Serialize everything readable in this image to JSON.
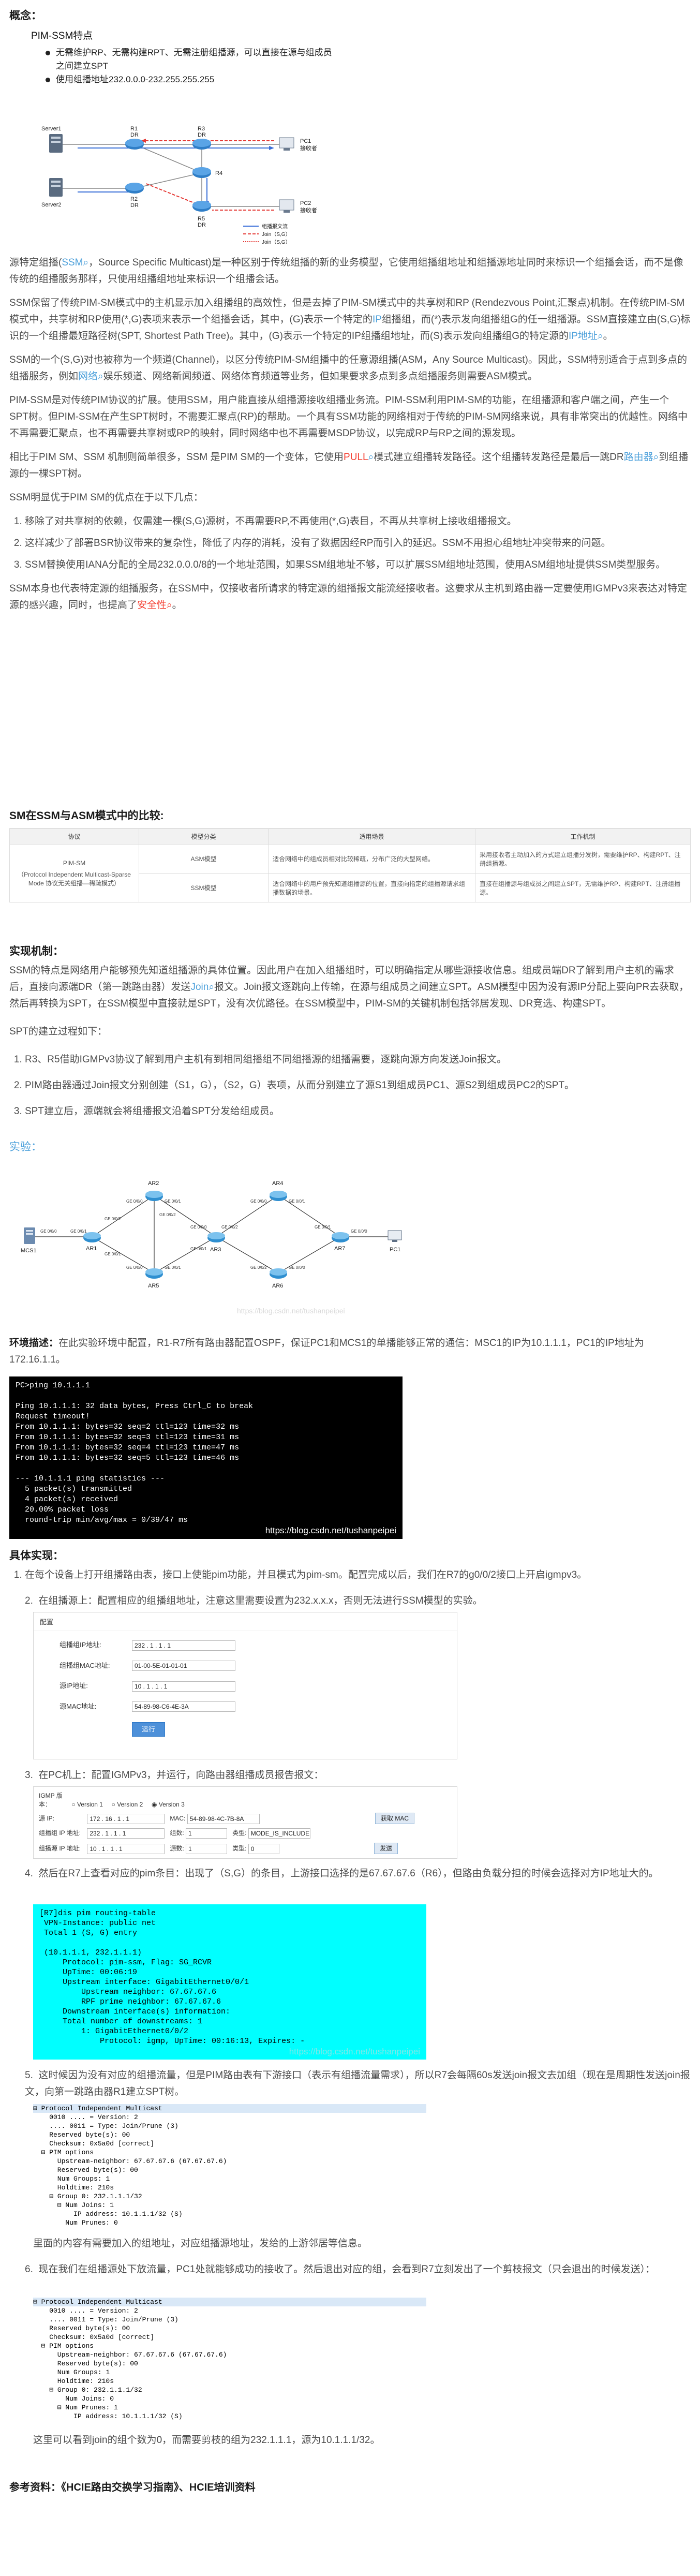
{
  "sections": {
    "concept": "概念：",
    "ssm_compare": "SM在SSM与ASM模式中的比较:",
    "impl": "实现机制：",
    "experiment": "实验：",
    "reference": "参考资料：《HCIE路由交换学习指南》、HCIE培训资料"
  },
  "diagram1": {
    "title": "PIM-SSM特点",
    "bullets": [
      "无需维护RP、无需构建RPT、无需注册组播源，可以直接在源与组成员之间建立SPT",
      "使用组播地址232.0.0.0-232.255.255.255"
    ],
    "labels": {
      "server1": "Server1",
      "server2": "Server2",
      "r1": "R1",
      "dr1": "DR",
      "r2": "R2",
      "dr2": "DR",
      "r3": "R3",
      "dr3": "DR",
      "r4": "R4",
      "r5": "R5",
      "dr5": "DR",
      "pc1": "PC1",
      "pc1_sub": "接收者",
      "pc2": "PC2",
      "pc2_sub": "接收者",
      "legend1": "组播报文流",
      "legend2": "Join（S,G）",
      "legend3": "Join（S,G）"
    }
  },
  "concept": {
    "p1_pre": "源特定组播(",
    "p1_link": "SSM",
    "p1_post": "，Source Specific Multicast)是一种区别于传统组播的新的业务模型，它使用组播组地址和组播源地址同时来标识一个组播会话，而不是像传统的组播服务那样，只使用组播组地址来标识一个组播会话。",
    "p2_pre": "SSM保留了传统PIM-SM模式中的主机显示加入组播组的高效性，但是去掉了PIM-SM模式中的共享树和RP (Rendezvous Point,汇聚点)机制。在传统PIM-SM模式中，共享树和RP使用(*,G)表项来表示一个组播会话，其中，(G)表示一个特定的",
    "p2_link": "IP",
    "p2_mid": "组播组，而(*)表示发向组播组G的任一组播源。SSM直接建立由(S,G)标识的一个组播最短路径树(SPT, Shortest Path Tree)。其中，(G)表示一个特定的IP组播组地址，而(S)表示发向组播组G的特定源的",
    "p2_link2": "IP地址",
    "p2_post": "。",
    "p3_pre": "SSM的一个(S,G)对也被称为一个频道(Channel)，以区分传统PIM-SM组播中的任意源组播(ASM，Any Source Multicast)。因此，SSM特别适合于点到多点的组播服务，例如",
    "p3_link": "网络",
    "p3_post": "娱乐频道、网络新闻频道、网络体育频道等业务，但如果要求多点到多点组播服务则需要ASM模式。",
    "p4": "PIM-SSM是对传统PIM协议的扩展。使用SSM，用户能直接从组播源接收组播业务流。PIM-SSM利用PIM-SM的功能，在组播源和客户端之间，产生一个 SPT树。但PIM-SSM在产生SPT树时，不需要汇聚点(RP)的帮助。一个具有SSM功能的网络相对于传统的PIM-SM网络来说，具有非常突出的优越性。网络中不再需要汇聚点，也不再需要共享树或RP的映射，同时网络中也不再需要MSDP协议，以完成RP与RP之间的源发现。",
    "p5_pre": "相比于PIM SM、SSM 机制则简单很多，SSM 是PIM SM的一个变体，它使用",
    "p5_red": "PULL",
    "p5_mid": "模式建立组播转发路径。这个组播转发路径是最后一跳DR",
    "p5_link": "路由器",
    "p5_post": "到组播源的一棵SPT树。",
    "p6": "SSM明显优于PIM SM的优点在于以下几点：",
    "advantages": [
      "移除了对共享树的依赖，仅需建一棵(S,G)源树，不再需要RP,不再使用(*,G)表目，不再从共享树上接收组播报文。",
      "这样减少了部署BSR协议带来的复杂性，降低了内存的消耗，没有了数据因经RP而引入的延迟。SSM不用担心组地址冲突带来的问题。",
      "SSM替换使用IANA分配的全局232.0.0.0/8的一个地址范围，如果SSM组地址不够，可以扩展SSM组地址范围，使用ASM组地址提供SSM类型服务。"
    ],
    "p7_pre": "SSM本身也代表特定源的组播服务，在SSM中，仅接收者所请求的特定源的组播报文能流经接收者。这要求从主机到路由器一定要使用IGMPv3来表达对特定源的感兴趣，同时，也提高了",
    "p7_red": "安全性",
    "p7_post": "。"
  },
  "compare_table": {
    "headers": [
      "协议",
      "模型分类",
      "适用场景",
      "工作机制"
    ],
    "protocol": "PIM-SM",
    "protocol_sub": "（Protocol Independent Multicast-Sparse Mode 协议无关组播—稀疏模式）",
    "rows": [
      {
        "model": "ASM模型",
        "scene": "适合网络中的组成员相对比较稀疏，分布广泛的大型网络。",
        "mechanism": "采用接收者主动加入的方式建立组播分发树，需要维护RP、构建RPT、注册组播源。"
      },
      {
        "model": "SSM模型",
        "scene": "适合网络中的用户预先知道组播源的位置，直接向指定的组播源请求组播数据的场景。",
        "mechanism": "直接在组播源与组成员之间建立SPT，无需维护RP、构建RPT、注册组播源。"
      }
    ]
  },
  "impl": {
    "p1_pre": "SSM的特点是网络用户能够预先知道组播源的具体位置。因此用户在加入组播组时，可以明确指定从哪些源接收信息。组成员端DR了解到用户主机的需求后，直接向源端DR（第一跳路由器）发送",
    "p1_link": "Join",
    "p1_post": "报文。Join报文逐跳向上传输，在源与组成员之间建立SPT。ASM模型中因为没有源IP分配上要向PR去获取，然后再转换为SPT，在SSM模型中直接就是SPT，没有次优路径。在SSM模型中，PIM-SM的关键机制包括邻居发现、DR竞选、构建SPT。",
    "p2": "SPT的建立过程如下：",
    "steps": [
      "R3、R5借助IGMPv3协议了解到用户主机有到相同组播组不同组播源的组播需要，逐跳向源方向发送Join报文。",
      "PIM路由器通过Join报文分别创建（S1，G），（S2，G）表项，从而分别建立了源S1到组成员PC1、源S2到组成员PC2的SPT。",
      "SPT建立后，源端就会将组播报文沿着SPT分发给组成员。"
    ]
  },
  "topology": {
    "nodes": {
      "mcs1": "MCS1",
      "ar1": "AR1",
      "ar2": "AR2",
      "ar3": "AR3",
      "ar4": "AR4",
      "ar5": "AR5",
      "ar6": "AR6",
      "ar7": "AR7",
      "pc1": "PC1"
    },
    "ports": [
      "GE 0/0/0",
      "GE 0/0/1",
      "GE 0/0/2",
      "GE 0/0/1",
      "GE 0/0/0",
      "GE 0/0/2",
      "GE 0/0/1",
      "GE 0/0/0",
      "GE 0/0/1",
      "GE 0/0/0",
      "GE 0/0/2",
      "GE 0/0/1",
      "GE 0/0/0",
      "GE 0/0/1",
      "GE 0/0/2",
      "GE 0/0/0",
      "GE 0/0/1",
      "GE 0/0/0"
    ],
    "watermark": "https://blog.csdn.net/tushanpeipei"
  },
  "environment": {
    "label": "环境描述：",
    "text": "在此实验环境中配置，R1-R7所有路由器配置OSPF，保证PC1和MCS1的单播能够正常的通信：MSC1的IP为10.1.1.1，PC1的IP地址为172.16.1.1。"
  },
  "ping_terminal": {
    "lines": [
      "PC>ping 10.1.1.1",
      "",
      "Ping 10.1.1.1: 32 data bytes, Press Ctrl_C to break",
      "Request timeout!",
      "From 10.1.1.1: bytes=32 seq=2 ttl=123 time=32 ms",
      "From 10.1.1.1: bytes=32 seq=3 ttl=123 time=31 ms",
      "From 10.1.1.1: bytes=32 seq=4 ttl=123 time=47 ms",
      "From 10.1.1.1: bytes=32 seq=5 ttl=123 time=46 ms",
      "",
      "--- 10.1.1.1 ping statistics ---",
      "  5 packet(s) transmitted",
      "  4 packet(s) received",
      "  20.00% packet loss",
      "  round-trip min/avg/max = 0/39/47 ms"
    ],
    "watermark": "https://blog.csdn.net/tushanpeipei"
  },
  "implementation": {
    "label": "具体实现：",
    "step1": "在每个设备上打开组播路由表，接口上使能pim功能，并且模式为pim-sm。配置完成以后，我们在R7的g0/0/2接口上开启igmpv3。",
    "step2_pre": "在组播源上：配置相应的组播组地址，注意这里需要设置为232.x.x.x，否则无法进行SSM模型的实验。",
    "step3": "在PC机上：配置IGMPv3，并运行，向路由器组播成员报告报文：",
    "step4": "然后在R7上查看对应的pim条目：出现了（S,G）的条目，上游接口选择的是67.67.67.6（R6），但路由负载分担的时候会选择对方IP地址大的。",
    "step5": "这时候因为没有对应的组播流量，但是PIM路由表有下游接口（表示有组播流量需求），所以R7会每隔60s发送join报文去加组（现在是周期性发送join报文，向第一跳路由器R1建立SPT树。",
    "step5_after": "里面的内容有需要加入的组地址，对应组播源地址，发给的上游邻居等信息。",
    "step6": "现在我们在组播源处下放流量，PC1处就能够成功的接收了。然后退出对应的组，会看到R7立刻发出了一个剪枝报文（只会退出的时候发送）：",
    "step6_after": "这里可以看到join的组个数为0，而需要剪枝的组为232.1.1.1，源为10.1.1.1/32。"
  },
  "source_panel": {
    "title": "配置",
    "fields": [
      {
        "label": "组播组IP地址:",
        "value": "232 . 1 . 1 . 1"
      },
      {
        "label": "组播组MAC地址:",
        "value": "01-00-5E-01-01-01"
      },
      {
        "label": "源IP地址:",
        "value": "10 . 1 . 1 . 1"
      },
      {
        "label": "源MAC地址:",
        "value": "54-89-98-C6-4E-3A"
      }
    ],
    "button": "运行"
  },
  "pc_panel": {
    "igmp_label": "IGMP 版本：",
    "versions": [
      "Version 1",
      "Version 2",
      "Version 3"
    ],
    "src_ip_label": "源 IP:",
    "src_ip": "172 . 16 . 1 . 1",
    "mac_label": "MAC:",
    "mac": "54-89-98-4C-7B-8A",
    "get_btn": "获取 MAC",
    "group_ip_label": "组播组 IP 地址:",
    "group_ip": "232 . 1 . 1 . 1",
    "num_label": "组数:",
    "num": "1",
    "type_label": "类型:",
    "type": "MODE_IS_INCLUDE",
    "src_label": "组播源 IP 地址:",
    "src": "10 . 1 . 1 . 1",
    "num2_label": "源数:",
    "num2": "1",
    "type2_label": "类型:",
    "type2": "0",
    "send_btn": "发送"
  },
  "pim_terminal": {
    "lines": [
      "[R7]dis pim routing-table",
      " VPN-Instance: public net",
      " Total 1 (S, G) entry",
      "",
      " (10.1.1.1, 232.1.1.1)",
      "     Protocol: pim-ssm, Flag: SG_RCVR",
      "     UpTime: 00:06:19",
      "     Upstream interface: GigabitEthernet0/0/1",
      "         Upstream neighbor: 67.67.67.6",
      "         RPF prime neighbor: 67.67.67.6",
      "     Downstream interface(s) information:",
      "     Total number of downstreams: 1",
      "         1: GigabitEthernet0/0/2",
      "             Protocol: igmp, UpTime: 00:16:13, Expires: -"
    ],
    "watermark": "https://blog.csdn.net/tushanpeipei"
  },
  "packet1": {
    "lines": [
      "⊟ Protocol Independent Multicast",
      "    0010 .... = Version: 2",
      "    .... 0011 = Type: Join/Prune (3)",
      "    Reserved byte(s): 00",
      "    Checksum: 0x5a0d [correct]",
      "  ⊟ PIM options",
      "      Upstream-neighbor: 67.67.67.6 (67.67.67.6)",
      "      Reserved byte(s): 00",
      "      Num Groups: 1",
      "      Holdtime: 210s",
      "    ⊟ Group 0: 232.1.1.1/32",
      "      ⊟ Num Joins: 1",
      "          IP address: 10.1.1.1/32 (S)",
      "        Num Prunes: 0"
    ]
  },
  "packet2": {
    "lines": [
      "⊟ Protocol Independent Multicast",
      "    0010 .... = Version: 2",
      "    .... 0011 = Type: Join/Prune (3)",
      "    Reserved byte(s): 00",
      "    Checksum: 0x5a0d [correct]",
      "  ⊟ PIM options",
      "      Upstream-neighbor: 67.67.67.6 (67.67.67.6)",
      "      Reserved byte(s): 00",
      "      Num Groups: 1",
      "      Holdtime: 210s",
      "    ⊟ Group 0: 232.1.1.1/32",
      "        Num Joins: 0",
      "      ⊟ Num Prunes: 1",
      "          IP address: 10.1.1.1/32 (S)"
    ]
  },
  "colors": {
    "link": "#4ea1db",
    "red": "#f44336",
    "cyan_terminal": "#00ffff",
    "black_terminal": "#000000"
  }
}
